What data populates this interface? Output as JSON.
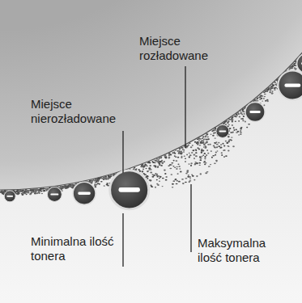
{
  "diagram": {
    "labels": [
      "Miejsce rozładowane",
      "Miejsce nierozładowane",
      "Minimalna ilość tonera",
      "Maksymalna ilość tonera"
    ]
  }
}
